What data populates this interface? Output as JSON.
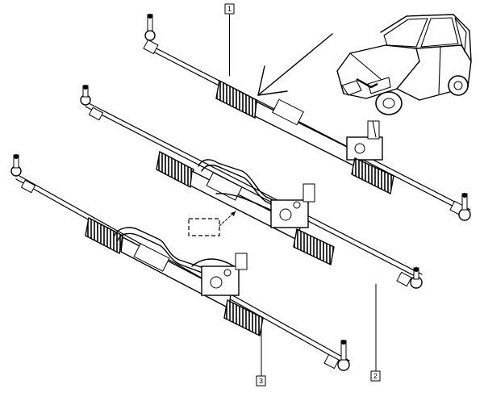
{
  "callouts": [
    {
      "id": "1",
      "label": "1"
    },
    {
      "id": "2",
      "label": "2"
    },
    {
      "id": "3",
      "label": "3"
    }
  ],
  "colors": {
    "ink": "#000000",
    "paper": "#ffffff"
  },
  "icons": [
    "car-icon",
    "tie-rod-end-icon",
    "rubber-boot-icon",
    "hydraulic-pipe-icon",
    "pointer-arrow-icon"
  ]
}
